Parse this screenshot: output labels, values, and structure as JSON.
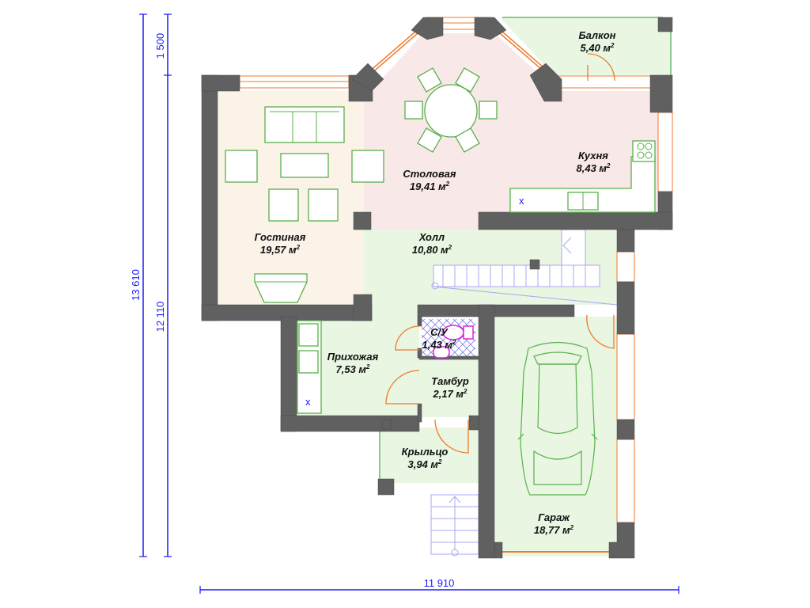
{
  "plan": {
    "rooms": [
      {
        "name": "Балкон",
        "area": "5,40 м",
        "sup": "2"
      },
      {
        "name": "Столовая",
        "area": "19,41 м",
        "sup": "2"
      },
      {
        "name": "Кухня",
        "area": "8,43 м",
        "sup": "2"
      },
      {
        "name": "Гостиная",
        "area": "19,57 м",
        "sup": "2"
      },
      {
        "name": "Холл",
        "area": "10,80 м",
        "sup": "2"
      },
      {
        "name": "С/У",
        "area": "1,43 м",
        "sup": "2"
      },
      {
        "name": "Прихожая",
        "area": "7,53 м",
        "sup": "2"
      },
      {
        "name": "Тамбур",
        "area": "2,17 м",
        "sup": "2"
      },
      {
        "name": "Крыльцо",
        "area": "3,94 м",
        "sup": "2"
      },
      {
        "name": "Гараж",
        "area": "18,77 м",
        "sup": "2"
      }
    ],
    "dimensions": {
      "total_height": "13 610",
      "balcony_offset": "1 500",
      "main_height": "12 110",
      "total_width": "11 910"
    },
    "colors": {
      "wall": "#606060",
      "living": "#fcf3e8",
      "dining": "#f9e8e8",
      "green_zone": "#e8f6e2",
      "dimension": "#1a1aff",
      "window": "#f07a2a",
      "furniture": "#58b04a"
    }
  }
}
